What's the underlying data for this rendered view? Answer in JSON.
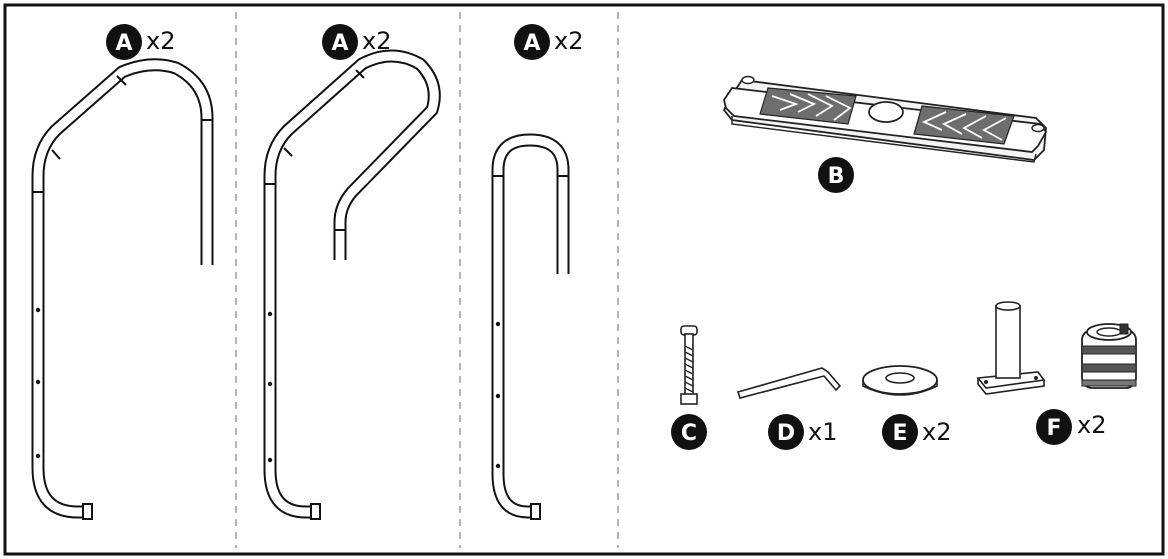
{
  "title": "",
  "parts": {
    "a1": {
      "letter": "A",
      "qty": "x2",
      "icon": "ladder-handrail-long-icon"
    },
    "a2": {
      "letter": "A",
      "qty": "x2",
      "icon": "ladder-handrail-angled-icon"
    },
    "a3": {
      "letter": "A",
      "qty": "x2",
      "icon": "ladder-handrail-short-icon"
    },
    "b": {
      "letter": "B",
      "qty": "",
      "icon": "step-tread-icon"
    },
    "c": {
      "letter": "C",
      "qty": "",
      "icon": "bolt-icon"
    },
    "d": {
      "letter": "D",
      "qty": "x1",
      "icon": "allen-key-icon"
    },
    "e": {
      "letter": "E",
      "qty": "x2",
      "icon": "washer-icon"
    },
    "f": {
      "letter": "F",
      "qty": "x2",
      "icon": "anchor-socket-icon"
    }
  },
  "colors": {
    "ink": "#111111",
    "divider": "#b5b5b5",
    "tread_grip": "#6e6e6e",
    "background": "#ffffff"
  }
}
